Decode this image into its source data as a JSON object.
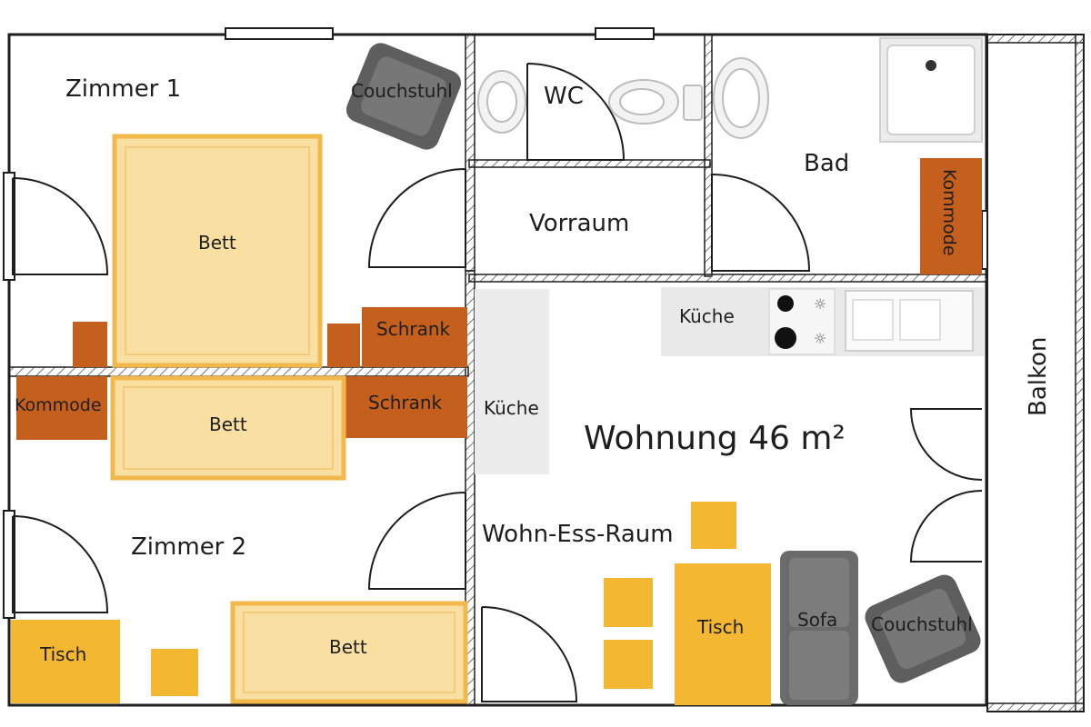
{
  "plan": {
    "rooms": {
      "zimmer1": "Zimmer 1",
      "zimmer2": "Zimmer 2",
      "wc": "WC",
      "vorraum": "Vorraum",
      "bad": "Bad",
      "wohn": "Wohn-Ess-Raum",
      "balkon": "Balkon",
      "wohnung": "Wohnung 46 m²"
    },
    "furniture": {
      "couchstuhl": "Couchstuhl",
      "bett": "Bett",
      "schrank": "Schrank",
      "kommode": "Kommode",
      "kueche": "Küche",
      "tisch": "Tisch",
      "sofa": "Sofa"
    }
  },
  "colors": {
    "wall": "#1e1e1e",
    "bed_fill": "#f9dfa2",
    "bed_frame": "#f2b84b",
    "wood": "#c45f1d",
    "table": "#f4b731",
    "sofa_grey": "#6b6b6b",
    "kitchen_grey": "#e6e6e6"
  }
}
